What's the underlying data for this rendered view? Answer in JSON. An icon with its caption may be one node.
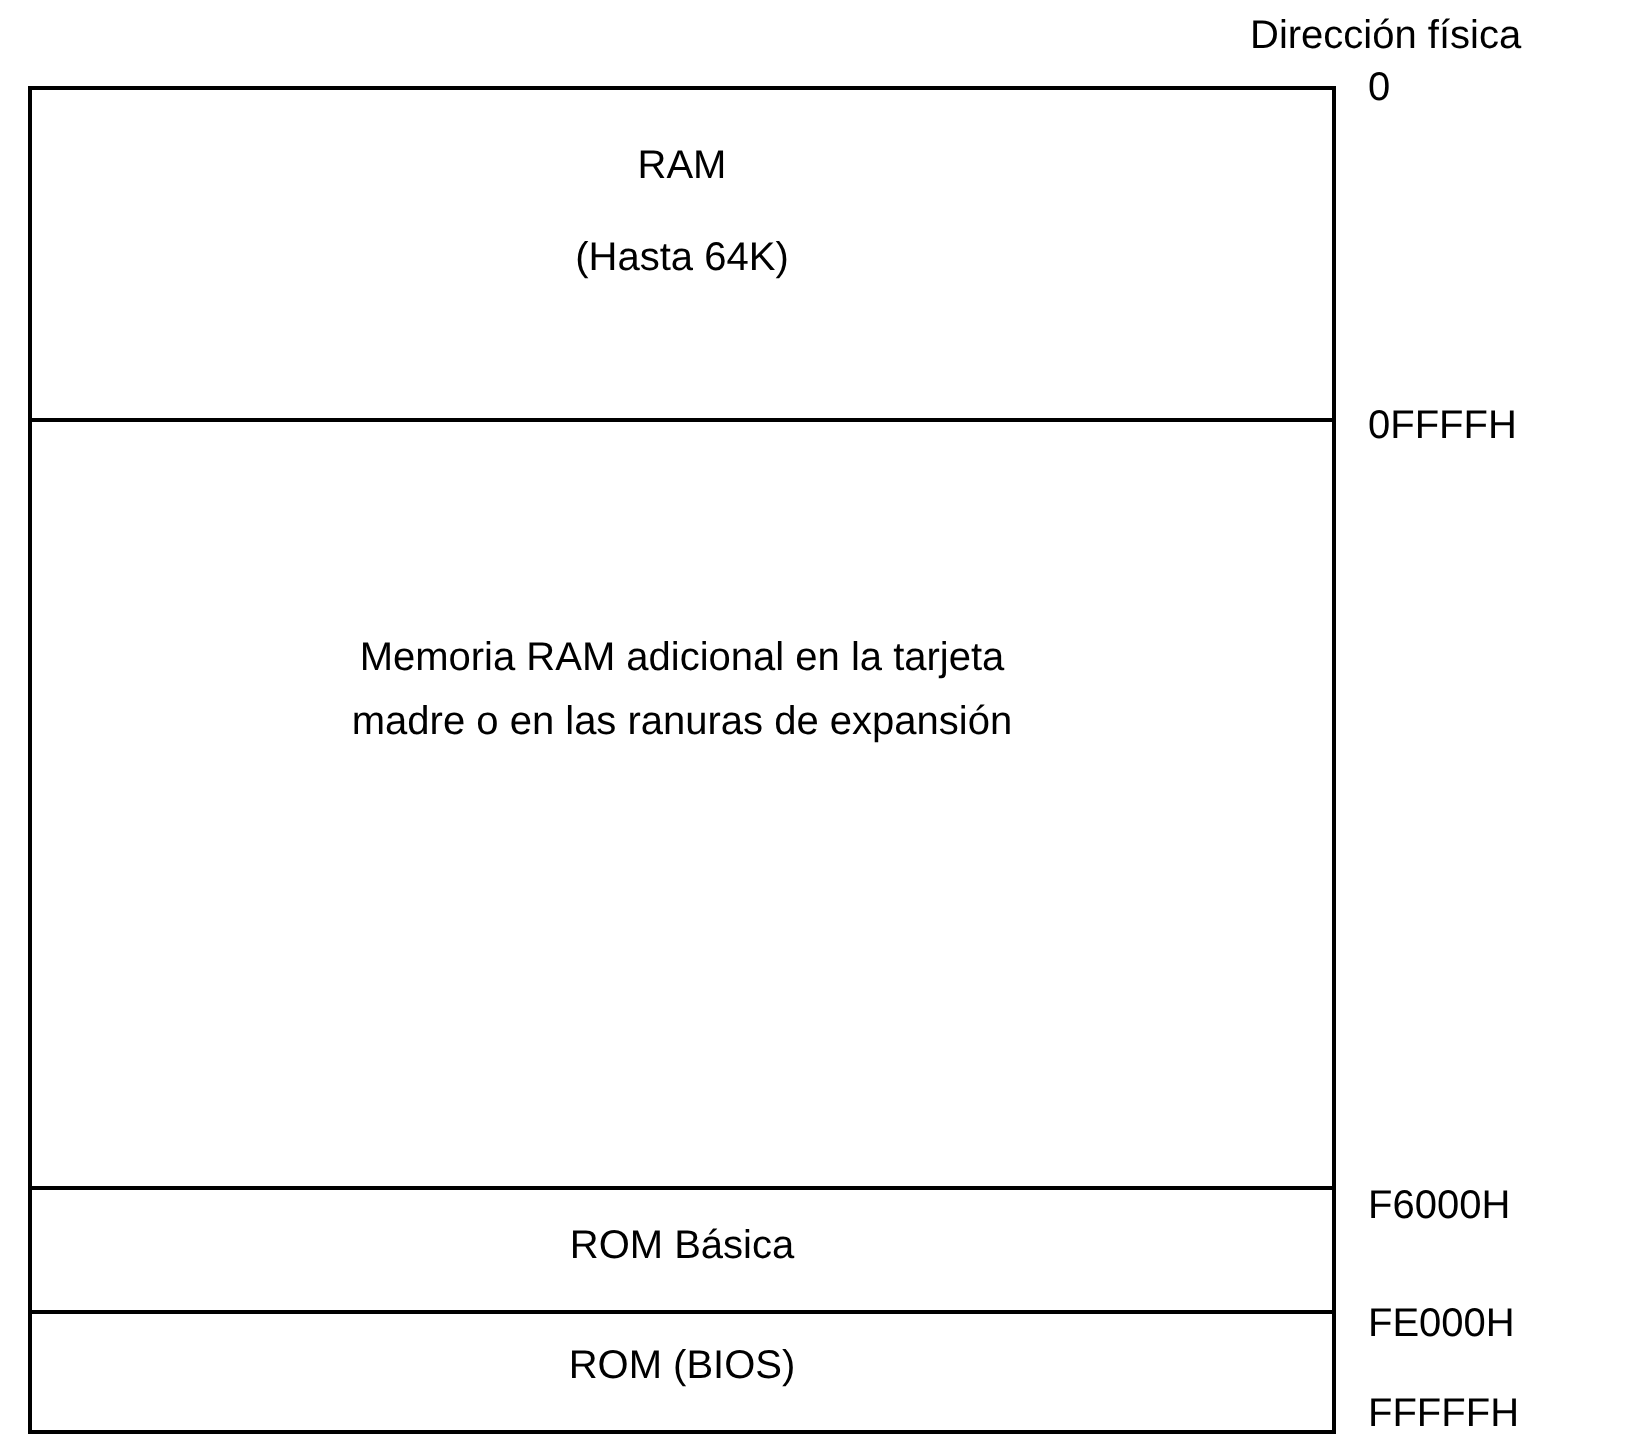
{
  "diagram": {
    "nodes": [
      {
        "text": [
          "RAM",
          "(Hasta 64K)"
        ]
      },
      {
        "text": [
          "Memoria RAM adicional en la tarjeta madre o en las ranuras de expansión"
        ]
      },
      {
        "text": [
          "ROM Básica"
        ]
      },
      {
        "text": [
          "ROM (BIOS)"
        ]
      }
    ],
    "labels": [
      "Dirección física",
      "0",
      "0FFFFH",
      "F6000H",
      "FE000H",
      "FFFFFH"
    ]
  }
}
